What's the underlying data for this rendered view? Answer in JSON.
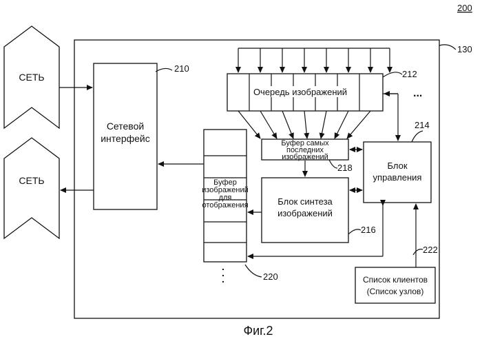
{
  "figure": {
    "number": "200",
    "caption": "Фиг.2",
    "dots": "..."
  },
  "network_in": {
    "label": "СЕТЬ"
  },
  "network_out": {
    "label": "СЕТЬ"
  },
  "device": {
    "ref": "130"
  },
  "net_interface": {
    "ref": "210",
    "line1": "Сетевой",
    "line2": "интерфейс"
  },
  "image_queue": {
    "ref": "212",
    "label": "Очередь изображений"
  },
  "latest_buffer": {
    "ref": "218",
    "line1": "Буфер самых",
    "line2": "последних",
    "line3": "изображений"
  },
  "display_buffer": {
    "ref": "220",
    "line1": "Буфер",
    "line2": "изображений",
    "line3": "для",
    "line4": "отображения"
  },
  "synthesis": {
    "ref": "216",
    "line1": "Блок синтеза",
    "line2": "изображений"
  },
  "control": {
    "ref": "214",
    "line1": "Блок",
    "line2": "управления"
  },
  "client_list": {
    "ref": "222",
    "line1": "Список клиентов",
    "line2": "(Список узлов)"
  }
}
